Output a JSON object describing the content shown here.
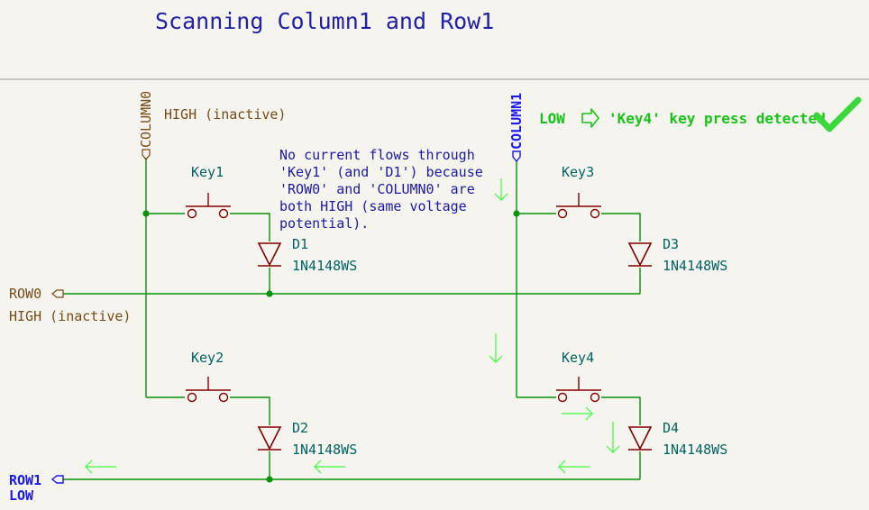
{
  "title": "Scanning Column1 and Row1",
  "column0": {
    "net": "COLUMN0",
    "state": "HIGH (inactive)"
  },
  "column1": {
    "net": "COLUMN1"
  },
  "row0": {
    "net": "ROW0",
    "state": "HIGH (inactive)"
  },
  "row1": {
    "net": "ROW1",
    "state": "LOW"
  },
  "detection": {
    "level": "LOW",
    "message": "'Key4' key press detected"
  },
  "note": [
    "No current flows through",
    "'Key1' (and 'D1') because",
    "'ROW0' and 'COLUMN0' are",
    "both HIGH (same voltage",
    "potential)."
  ],
  "keys": [
    "Key1",
    "Key2",
    "Key3",
    "Key4"
  ],
  "diodes": [
    {
      "ref": "D1",
      "value": "1N4148WS"
    },
    {
      "ref": "D2",
      "value": "1N4148WS"
    },
    {
      "ref": "D3",
      "value": "1N4148WS"
    },
    {
      "ref": "D4",
      "value": "1N4148WS"
    }
  ],
  "colors": {
    "wire": "#079307",
    "component": "#840000",
    "reference": "#006464",
    "net_label": "#7a4a14",
    "active_label": "#1a1af0",
    "current_arrow": "#3bff3b"
  }
}
